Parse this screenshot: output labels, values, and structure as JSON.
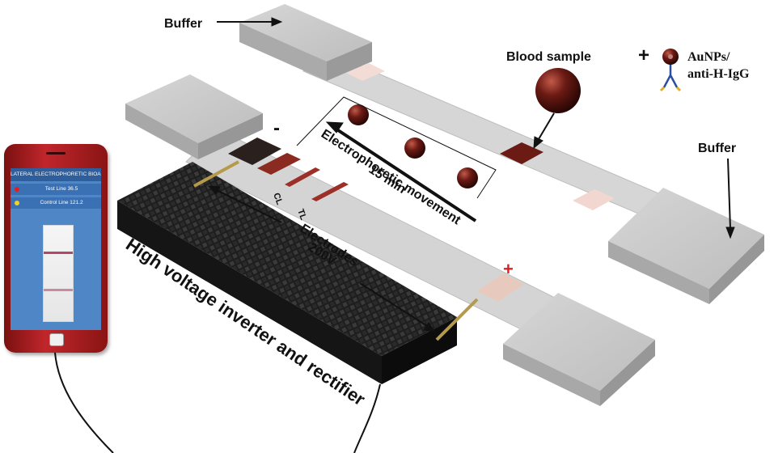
{
  "labels": {
    "buffer_top": "Buffer",
    "buffer_right": "Buffer",
    "blood_sample": "Blood sample",
    "plus_sign": "+",
    "aunps_line1": "AuNPs/",
    "aunps_line2": "anti-H-IgG",
    "electrophoretic_line1": "Electrophoretic movement",
    "electrophoretic_line2": "15 min",
    "electrodes_line1": "Electrodes",
    "electrodes_line2": "200V",
    "high_voltage": "High voltage inverter and rectifier",
    "minus_terminal": "-",
    "plus_terminal": "+",
    "cl_label": "CL",
    "tl_label": "TL"
  },
  "phone": {
    "app_title": "LATERAL ELECTROPHORETIC BIOASSAY",
    "test_line": "Test Line 36.5",
    "control_line": "Control Line 121.2"
  },
  "colors": {
    "pad": "#cfcfcf",
    "strip": "#d9d9d9",
    "blood": "#6b1a14",
    "band": "#9c3028",
    "plus_red": "#e02020",
    "inverter": "#1c1c1c",
    "phone_red": "#c0262b",
    "phone_screen": "#4f86c6"
  }
}
